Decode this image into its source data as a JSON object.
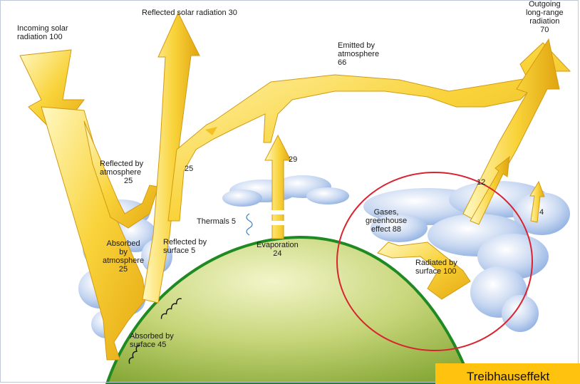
{
  "labels": {
    "incoming": [
      "Incoming solar",
      "radiation 100"
    ],
    "reflected_solar": "Reflected solar radiation 30",
    "outgoing": [
      "Outgoing",
      "long-range",
      "radiation",
      "70"
    ],
    "emitted": [
      "Emitted by",
      "atmosphere",
      "66"
    ],
    "reflected_atm": [
      "Reflected by",
      "atmosphere",
      "25"
    ],
    "absorbed_atm": [
      "Absorbed",
      "by",
      "atmosphere",
      "25"
    ],
    "reflected_surf": [
      "Reflected by",
      "surface 5"
    ],
    "absorbed_surf": [
      "Absorbed by",
      "surface 45"
    ],
    "thermals": "Thermals 5",
    "evaporation": [
      "Evaporation",
      "24"
    ],
    "n25": "25",
    "n29": "29",
    "n12": "12",
    "n4": "4",
    "gases": [
      "Gases,",
      "greenhouse",
      "effect 88"
    ],
    "radiated": [
      "Radiated by",
      "surface 100"
    ]
  },
  "caption": "Treibhauseffekt",
  "colors": {
    "arrow_light": "#fff6b0",
    "arrow_main": "#f7cc2a",
    "arrow_dark": "#e0a410",
    "earth_light": "#e8efb6",
    "earth_dark": "#8fae3c",
    "earth_outline": "#1f8a22",
    "cloud": "#a9c3ea",
    "highlight_circle": "#d9232f",
    "caption_bg": "#ffc20e"
  }
}
